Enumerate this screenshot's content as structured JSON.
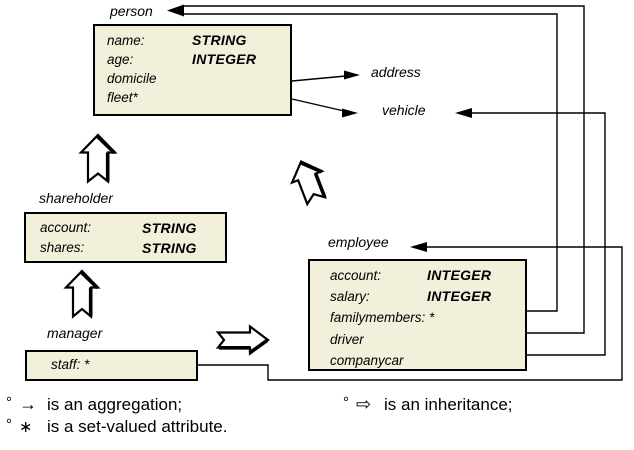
{
  "entities": {
    "person": {
      "label": "person",
      "attrs": [
        {
          "name": "name:",
          "type": "STRING"
        },
        {
          "name": "age:",
          "type": "INTEGER"
        },
        {
          "name": "domicile",
          "type": ""
        },
        {
          "name": "fleet*",
          "type": ""
        }
      ]
    },
    "shareholder": {
      "label": "shareholder",
      "attrs": [
        {
          "name": "account:",
          "type": "STRING"
        },
        {
          "name": "shares:",
          "type": "STRING"
        }
      ]
    },
    "manager": {
      "label": "manager",
      "attrs": [
        {
          "name": "staff: *",
          "type": ""
        }
      ]
    },
    "employee": {
      "label": "employee",
      "attrs": [
        {
          "name": "account:",
          "type": "INTEGER"
        },
        {
          "name": "salary:",
          "type": "INTEGER"
        },
        {
          "name": "familymembers: *",
          "type": ""
        },
        {
          "name": "driver",
          "type": ""
        },
        {
          "name": "companycar",
          "type": ""
        }
      ]
    }
  },
  "floating_labels": {
    "address": "address",
    "vehicle": "vehicle"
  },
  "legend": {
    "items": [
      {
        "bullet": "°",
        "symbol": "→",
        "text": "is an aggregation;"
      },
      {
        "bullet": "°",
        "symbol": "∗",
        "text": "is a set-valued attribute."
      },
      {
        "bullet": "°",
        "symbol": "⇨",
        "text": "is an inheritance;"
      }
    ]
  },
  "colors": {
    "box_fill": "#f2efda",
    "line": "#000000",
    "background": "#ffffff"
  }
}
